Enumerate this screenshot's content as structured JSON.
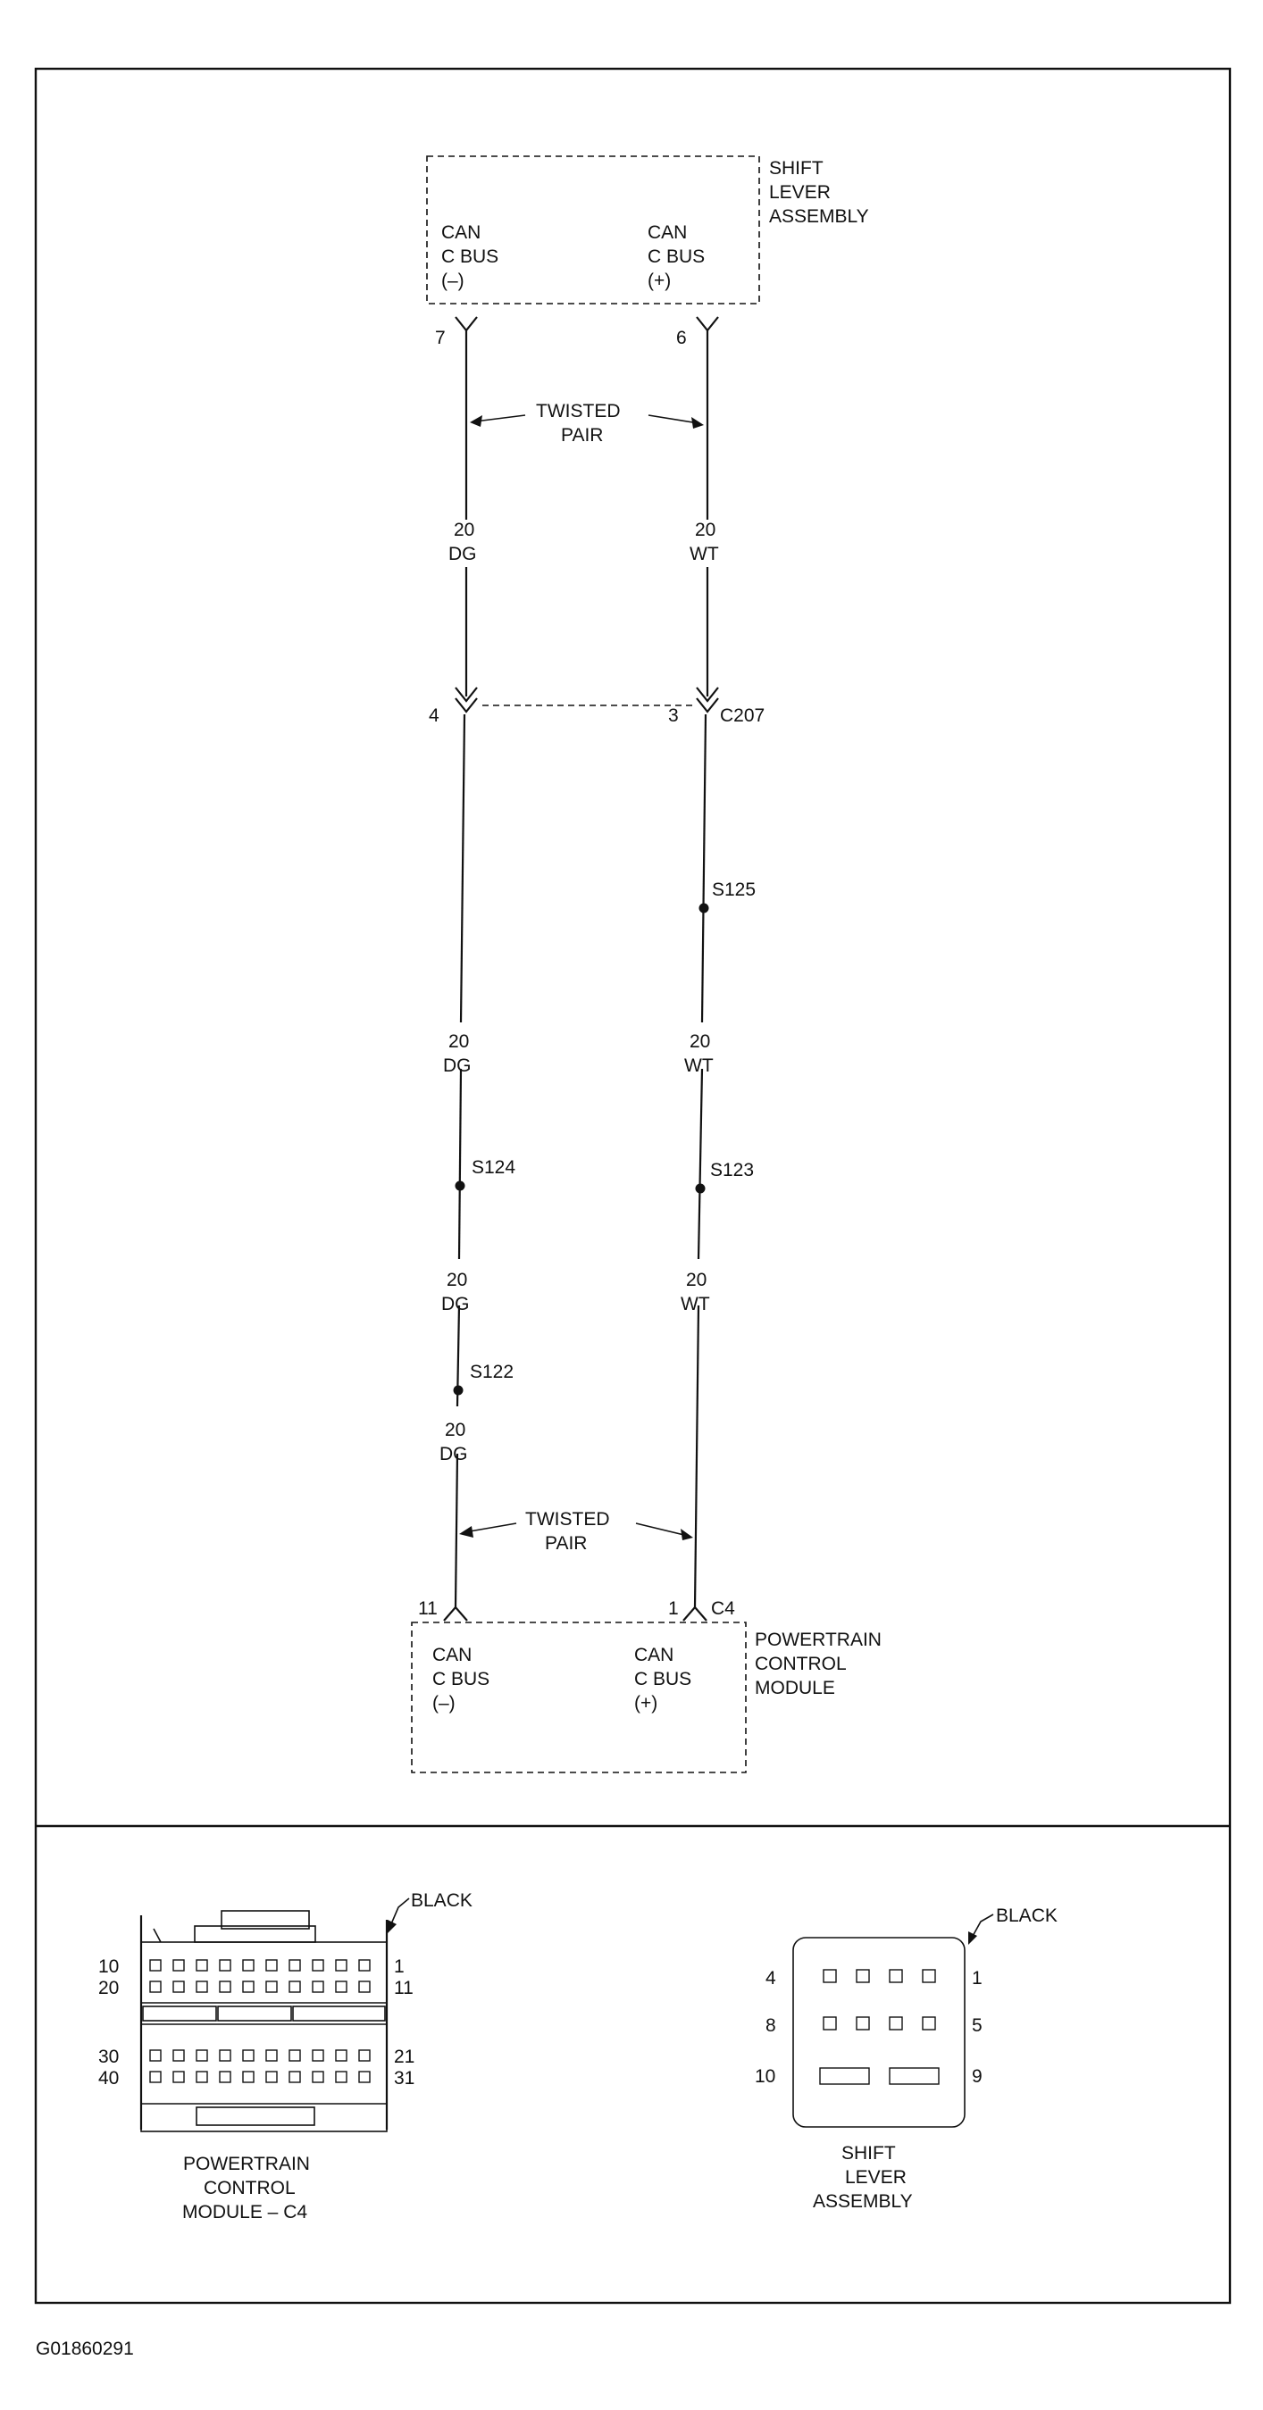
{
  "modules": {
    "shift_lever": {
      "name": [
        "SHIFT",
        "LEVER",
        "ASSEMBLY"
      ],
      "left_pin_label": [
        "CAN",
        "C BUS",
        "(–)"
      ],
      "right_pin_label": [
        "CAN",
        "C BUS",
        "(+)"
      ]
    },
    "pcm": {
      "name": [
        "POWERTRAIN",
        "CONTROL",
        "MODULE"
      ],
      "left_pin_label": [
        "CAN",
        "C BUS",
        "(–)"
      ],
      "right_pin_label": [
        "CAN",
        "C BUS",
        "(+)"
      ]
    }
  },
  "pins": {
    "shift_minus": "7",
    "shift_plus": "6",
    "c207_minus": "4",
    "c207_plus": "3",
    "pcm_minus": "11",
    "pcm_plus": "1"
  },
  "connectors": {
    "c207": "C207",
    "c4": "C4"
  },
  "twisted_pair": [
    "TWISTED",
    "PAIR"
  ],
  "wires": {
    "minus_upper": [
      "20",
      "DG"
    ],
    "plus_upper": [
      "20",
      "WT"
    ],
    "minus_mid": [
      "20",
      "DG"
    ],
    "plus_mid": [
      "20",
      "WT"
    ],
    "minus_low": [
      "20",
      "DG"
    ],
    "plus_low": [
      "20",
      "WT"
    ],
    "minus_bottom": [
      "20",
      "DG"
    ]
  },
  "splices": {
    "s125": "S125",
    "s124": "S124",
    "s123": "S123",
    "s122": "S122"
  },
  "connector_views": {
    "pcm_c4": {
      "color": "BLACK",
      "caption": [
        "POWERTRAIN",
        "CONTROL",
        "MODULE – C4"
      ],
      "row_labels_left": [
        "10",
        "20",
        "30",
        "40"
      ],
      "row_labels_right": [
        "1",
        "11",
        "21",
        "31"
      ]
    },
    "shift_lever": {
      "color": "BLACK",
      "caption": [
        "SHIFT",
        "LEVER",
        "ASSEMBLY"
      ],
      "row_labels_left": [
        "4",
        "8",
        "10"
      ],
      "row_labels_right": [
        "1",
        "5",
        "9"
      ]
    }
  },
  "figure_id": "G01860291"
}
